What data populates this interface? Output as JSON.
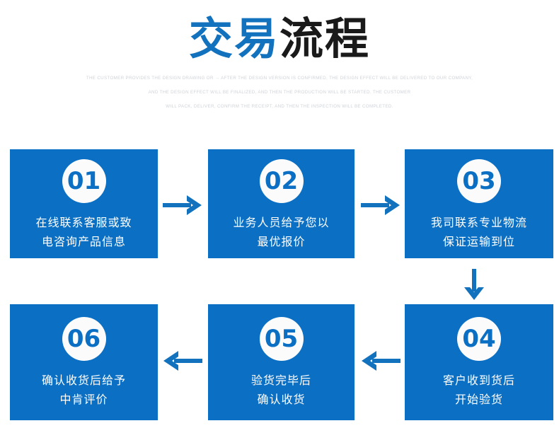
{
  "header": {
    "title_accent": "交易",
    "title_rest": "流程",
    "subtitle_lines": [
      "THE CUSTOMER PROVIDES THE DESIGN DRAWING OR → AFTER THE DESIGN VERSION IS CONFIRMED, THE DESIGN EFFECT WILL BE DELIVERED TO OUR COMPANY,",
      "AND THE DESIGN EFFECT WILL BE FINALIZED, AND THEN THE PRODUCTION WILL BE STARTED. THE CUSTOMER",
      "WILL PACK, DELIVER, CONFIRM THE RECEIPT, AND THEN THE INSPECTION WILL BE COMPLETED."
    ]
  },
  "colors": {
    "brand_blue": "#0b6fc4",
    "title_accent": "#1272bd",
    "title_dark": "#1a1a1a",
    "card_text": "#ffffff",
    "subtitle_grey": "#cfd3d8"
  },
  "steps": [
    {
      "number": "01",
      "line1": "在线联系客服或致",
      "line2": "电咨询产品信息"
    },
    {
      "number": "02",
      "line1": "业务人员给予您以",
      "line2": "最优报价"
    },
    {
      "number": "03",
      "line1": "我司联系专业物流",
      "line2": "保证运输到位"
    },
    {
      "number": "04",
      "line1": "客户收到货后",
      "line2": "开始验货"
    },
    {
      "number": "05",
      "line1": "验货完毕后",
      "line2": "确认收货"
    },
    {
      "number": "06",
      "line1": "确认收货后给予",
      "line2": "中肯评价"
    }
  ],
  "arrows": [
    {
      "name": "arrow-right-icon",
      "direction": "right",
      "from": "01",
      "to": "02"
    },
    {
      "name": "arrow-right-icon",
      "direction": "right",
      "from": "02",
      "to": "03"
    },
    {
      "name": "arrow-down-icon",
      "direction": "down",
      "from": "03",
      "to": "04"
    },
    {
      "name": "arrow-left-icon",
      "direction": "left",
      "from": "04",
      "to": "05"
    },
    {
      "name": "arrow-left-icon",
      "direction": "left",
      "from": "05",
      "to": "06"
    }
  ]
}
